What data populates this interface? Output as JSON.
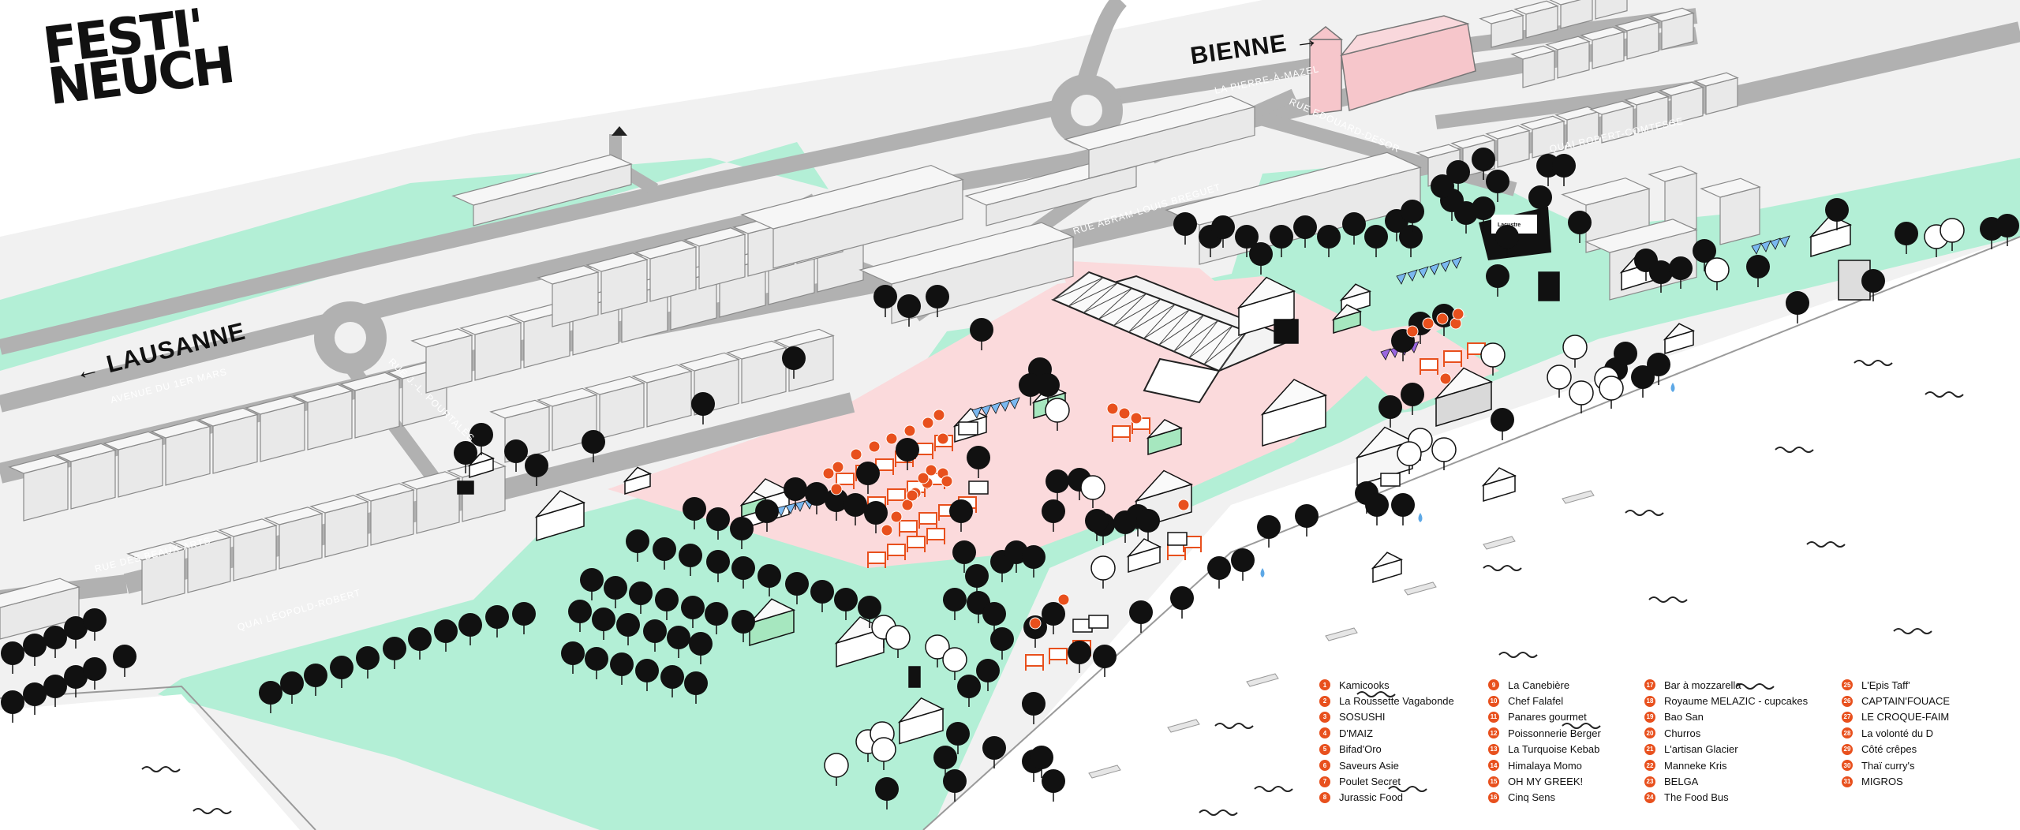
{
  "logo": {
    "line1": "FESTI'",
    "line2": "NEUCH"
  },
  "cities": {
    "bienne": "BIENNE →",
    "lausanne": "← LAUSANNE"
  },
  "streets": {
    "pierre_a_mazel": "LA PIERRE-À-MAZEL",
    "edouard_desor": "RUE EDOUARD-DESOR",
    "robert_comtesse": "QUAI ROBERT-COMTESSE",
    "abram_louis_breguet": "RUE ABRAM-LOUIS BREGUET",
    "avenue_1er_mars": "AVENUE DU 1ER MARS",
    "jl_pourtales": "RUE J.-L. POURTALÈS",
    "beaux_arts": "RUE DES BEAUX-ARTS",
    "leopold_robert": "QUAI LÉOPOLD-ROBERT"
  },
  "stage_sign": "Lacustre",
  "colors": {
    "green": "#b3efd6",
    "pink": "#fbdadc",
    "road": "#b1b1b1",
    "ground": "#e9e9e9",
    "water": "#ffffff",
    "accent": "#e8501d",
    "building": "#ececec",
    "chapel": "#f6c6cb"
  },
  "legend": {
    "columns": [
      [
        {
          "num": "1",
          "name": "Kamicooks"
        },
        {
          "num": "2",
          "name": "La Roussette Vagabonde"
        },
        {
          "num": "3",
          "name": "SOSUSHI"
        },
        {
          "num": "4",
          "name": "D'MAIZ"
        },
        {
          "num": "5",
          "name": "Bifad'Oro"
        },
        {
          "num": "6",
          "name": "Saveurs Asie"
        },
        {
          "num": "7",
          "name": "Poulet Secret"
        },
        {
          "num": "8",
          "name": "Jurassic Food"
        }
      ],
      [
        {
          "num": "9",
          "name": "La Canebière"
        },
        {
          "num": "10",
          "name": "Chef Falafel"
        },
        {
          "num": "11",
          "name": "Panares gourmet"
        },
        {
          "num": "12",
          "name": "Poissonnerie Berger"
        },
        {
          "num": "13",
          "name": "La Turquoise Kebab"
        },
        {
          "num": "14",
          "name": "Himalaya Momo"
        },
        {
          "num": "15",
          "name": "OH MY GREEK!"
        },
        {
          "num": "16",
          "name": "Cinq Sens"
        }
      ],
      [
        {
          "num": "17",
          "name": "Bar à mozzarella"
        },
        {
          "num": "18",
          "name": "Royaume MELAZIC - cupcakes"
        },
        {
          "num": "19",
          "name": "Bao San"
        },
        {
          "num": "20",
          "name": "Churros"
        },
        {
          "num": "21",
          "name": "L'artisan Glacier"
        },
        {
          "num": "22",
          "name": "Manneke Kris"
        },
        {
          "num": "23",
          "name": "BELGA"
        },
        {
          "num": "24",
          "name": "The Food Bus"
        }
      ],
      [
        {
          "num": "25",
          "name": "L'Epis Taff'"
        },
        {
          "num": "26",
          "name": "CAPTAIN'FOUACE"
        },
        {
          "num": "27",
          "name": "LE CROQUE-FAIM"
        },
        {
          "num": "28",
          "name": "La volonté du D"
        },
        {
          "num": "29",
          "name": "Côté crêpes"
        },
        {
          "num": "30",
          "name": "Thaï curry's"
        },
        {
          "num": "31",
          "name": "MIGROS"
        }
      ]
    ]
  }
}
